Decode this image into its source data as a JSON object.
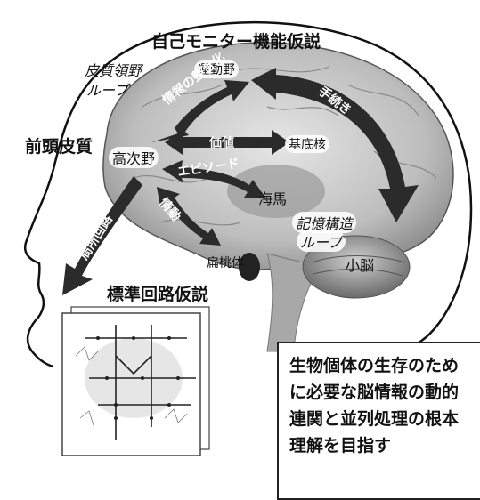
{
  "title": "自己モニター機能仮説",
  "labels": {
    "hishitsu": "皮質領野",
    "loop": "ループ",
    "undoya": "運動野",
    "joho": "情報の整合化",
    "tetsuzuki": "手続き",
    "zentou": "前頭皮質",
    "kouji": "高次野",
    "kachi": "価値",
    "kiteikaku": "基底核",
    "episode": "エピソード",
    "kaiba": "海馬",
    "joudou": "情動",
    "kioku": "記憶構造",
    "kioku_loop": "ループ",
    "hentou": "扁桃体",
    "shounou": "小脳",
    "kyokusho": "局所回路",
    "hyoujun": "標準回路仮説"
  },
  "goal_text": "生物個体の生存のために必要な脳情報の動的連関と並列処理の根本理解を目指す",
  "colors": {
    "arrow": "#2b2b2b",
    "outline": "#111111",
    "brain": "#b9b9b9"
  }
}
